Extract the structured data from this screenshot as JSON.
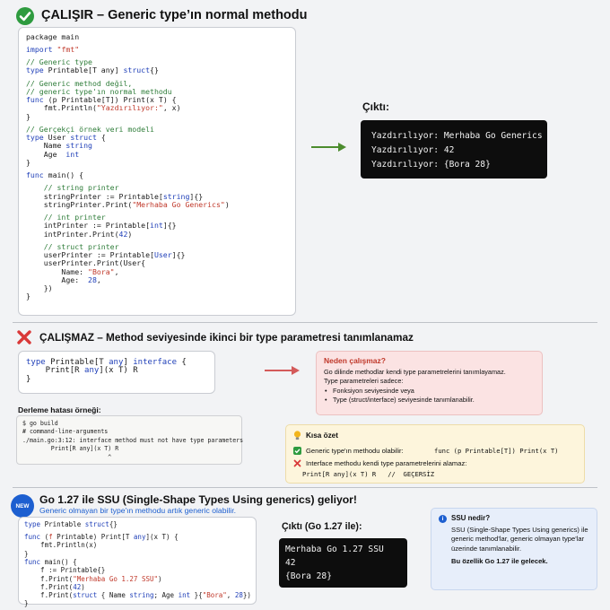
{
  "section1": {
    "title": "ÇALIŞIR – Generic type’ın normal methodu",
    "code": [
      [
        [
          "package main",
          ""
        ]
      ],
      null,
      [
        [
          "import ",
          "kw"
        ],
        [
          "\"fmt\"",
          "str"
        ]
      ],
      null,
      [
        [
          "// Generic type",
          "cm"
        ]
      ],
      [
        [
          "type ",
          "kw"
        ],
        [
          "Printable[T any] ",
          ""
        ],
        [
          "struct",
          "kw"
        ],
        [
          "{}",
          ""
        ]
      ],
      null,
      [
        [
          "// Generic method değil,",
          "cm"
        ]
      ],
      [
        [
          "// generic type'ın normal methodu",
          "cm"
        ]
      ],
      [
        [
          "func ",
          "kw"
        ],
        [
          "(p Printable[T]) Print(x T) {",
          ""
        ]
      ],
      [
        [
          "    fmt.Println(",
          ""
        ],
        [
          "\"Yazdırılıyor:\"",
          "str"
        ],
        [
          ", x)",
          ""
        ]
      ],
      [
        [
          "}",
          ""
        ]
      ],
      null,
      [
        [
          "// Gerçekçi örnek veri modeli",
          "cm"
        ]
      ],
      [
        [
          "type ",
          "kw"
        ],
        [
          "User ",
          ""
        ],
        [
          "struct ",
          "kw"
        ],
        [
          "{",
          ""
        ]
      ],
      [
        [
          "    Name ",
          ""
        ],
        [
          "string",
          "kw"
        ]
      ],
      [
        [
          "    Age  ",
          ""
        ],
        [
          "int",
          "kw"
        ]
      ],
      [
        [
          "}",
          ""
        ]
      ],
      null,
      [
        [
          "func ",
          "kw"
        ],
        [
          "main() {",
          ""
        ]
      ],
      null,
      [
        [
          "    // string printer",
          "cm"
        ]
      ],
      [
        [
          "    stringPrinter := Printable[",
          ""
        ],
        [
          "string",
          "kw"
        ],
        [
          "]{}",
          ""
        ]
      ],
      [
        [
          "    stringPrinter.Print(",
          ""
        ],
        [
          "\"Merhaba Go Generics\"",
          "str"
        ],
        [
          ")",
          ""
        ]
      ],
      null,
      [
        [
          "    // int printer",
          "cm"
        ]
      ],
      [
        [
          "    intPrinter := Printable[",
          ""
        ],
        [
          "int",
          "kw"
        ],
        [
          "]{}",
          ""
        ]
      ],
      [
        [
          "    intPrinter.Print(",
          ""
        ],
        [
          "42",
          "num"
        ],
        [
          ")",
          ""
        ]
      ],
      null,
      [
        [
          "    // struct printer",
          "cm"
        ]
      ],
      [
        [
          "    userPrinter := Printable[",
          ""
        ],
        [
          "User",
          "kw"
        ],
        [
          "]{}",
          ""
        ]
      ],
      [
        [
          "    userPrinter.Print(User{",
          ""
        ]
      ],
      [
        [
          "        Name: ",
          ""
        ],
        [
          "\"Bora\"",
          "str"
        ],
        [
          ",",
          ""
        ]
      ],
      [
        [
          "        Age:  ",
          ""
        ],
        [
          "28",
          "num"
        ],
        [
          ",",
          ""
        ]
      ],
      [
        [
          "    })",
          ""
        ]
      ],
      [
        [
          "}",
          ""
        ]
      ]
    ],
    "output_label": "Çıktı:",
    "output": [
      "Yazdırılıyor: Merhaba Go Generics",
      "Yazdırılıyor: 42",
      "Yazdırılıyor: {Bora 28}"
    ]
  },
  "section2": {
    "title": "ÇALIŞMAZ – Method seviyesinde ikinci bir type parametresi  tanımlanamaz",
    "code": [
      [
        [
          "type ",
          "kw"
        ],
        [
          "Printable[T ",
          ""
        ],
        [
          "any",
          "kw"
        ],
        [
          "] ",
          ""
        ],
        [
          "interface ",
          "kw"
        ],
        [
          "{",
          ""
        ]
      ],
      [
        [
          "    Print[R ",
          ""
        ],
        [
          "any",
          "kw"
        ],
        [
          "](x T) R",
          ""
        ]
      ],
      [
        [
          "}",
          ""
        ]
      ]
    ],
    "why": {
      "heading": "Neden çalışmaz?",
      "line1": "Go dilinde methodlar kendi type parametrelerini tanımlayamaz.",
      "line2": "Type parametreleri sadece:",
      "bullets": [
        "Fonksiyon seviyesinde veya",
        "Type (struct/interface) seviyesinde tanımlanabilir."
      ]
    },
    "compile_label": "Derleme hatası örneği:",
    "compile": [
      "$ go build",
      "# command-line-arguments",
      "./main.go:3:12: interface method must not have type parameters",
      "        Print[R any](x T) R",
      "                        ^"
    ],
    "summary": {
      "heading": "Kısa özet",
      "ok_text": "Generic type'ın methodu olabilir:",
      "ok_code": "func (p Printable[T]) Print(x T)",
      "bad_text": "Interface methodu kendi type parametrelerini alamaz:",
      "bad_code": "Print[R any](x T) R   //  GEÇERSİZ"
    }
  },
  "section3": {
    "badge": "NEW",
    "title": "Go 1.27 ile  SSU (Single-Shape Types Using generics) geliyor!",
    "subtitle": "Generic olmayan bir type'ın methodu artık generic olabilir.",
    "code": [
      [
        [
          "type ",
          "kw"
        ],
        [
          "Printable ",
          ""
        ],
        [
          "struct",
          "kw"
        ],
        [
          "{}",
          ""
        ]
      ],
      null,
      [
        [
          "func ",
          "kw"
        ],
        [
          "(",
          ""
        ],
        [
          "f ",
          "str"
        ],
        [
          "Printable) Print[T ",
          ""
        ],
        [
          "any",
          "kw"
        ],
        [
          "](x T) {",
          ""
        ]
      ],
      [
        [
          "    fmt.Println(x)",
          ""
        ]
      ],
      [
        [
          "}",
          ""
        ]
      ],
      [
        [
          "func ",
          "kw"
        ],
        [
          "main() {",
          ""
        ]
      ],
      [
        [
          "    f := Printable{}",
          ""
        ]
      ],
      [
        [
          "    f.Print(",
          ""
        ],
        [
          "\"Merhaba Go 1.27 SSU\"",
          "str"
        ],
        [
          ")",
          ""
        ]
      ],
      [
        [
          "    f.Print(",
          ""
        ],
        [
          "42",
          "num"
        ],
        [
          ")",
          ""
        ]
      ],
      [
        [
          "    f.Print(",
          ""
        ],
        [
          "struct ",
          "kw"
        ],
        [
          "{ Name ",
          ""
        ],
        [
          "string",
          "kw"
        ],
        [
          "; Age ",
          ""
        ],
        [
          "int ",
          "kw"
        ],
        [
          "}{",
          ""
        ],
        [
          "\"Bora\"",
          "str"
        ],
        [
          ", ",
          ""
        ],
        [
          "28",
          "num"
        ],
        [
          "})",
          ""
        ]
      ],
      [
        [
          "}",
          ""
        ]
      ]
    ],
    "output_label": "Çıktı (Go 1.27 ile):",
    "output": [
      "Merhaba Go 1.27 SSU",
      "42",
      "{Bora 28}"
    ],
    "info": {
      "heading": "SSU nedir?",
      "text": "SSU (Single-Shape Types Using generics) ile generic method'lar, generic olmayan type'lar üzerinde tanımlanabilir.",
      "footer": "Bu özellik Go 1.27 ile gelecek."
    }
  },
  "colors": {
    "ok": "#2e9b3f",
    "bad": "#d93838",
    "blue": "#1d5fd0",
    "arrow_green": "#4c8c2e",
    "arrow_red": "#d45a5a"
  }
}
